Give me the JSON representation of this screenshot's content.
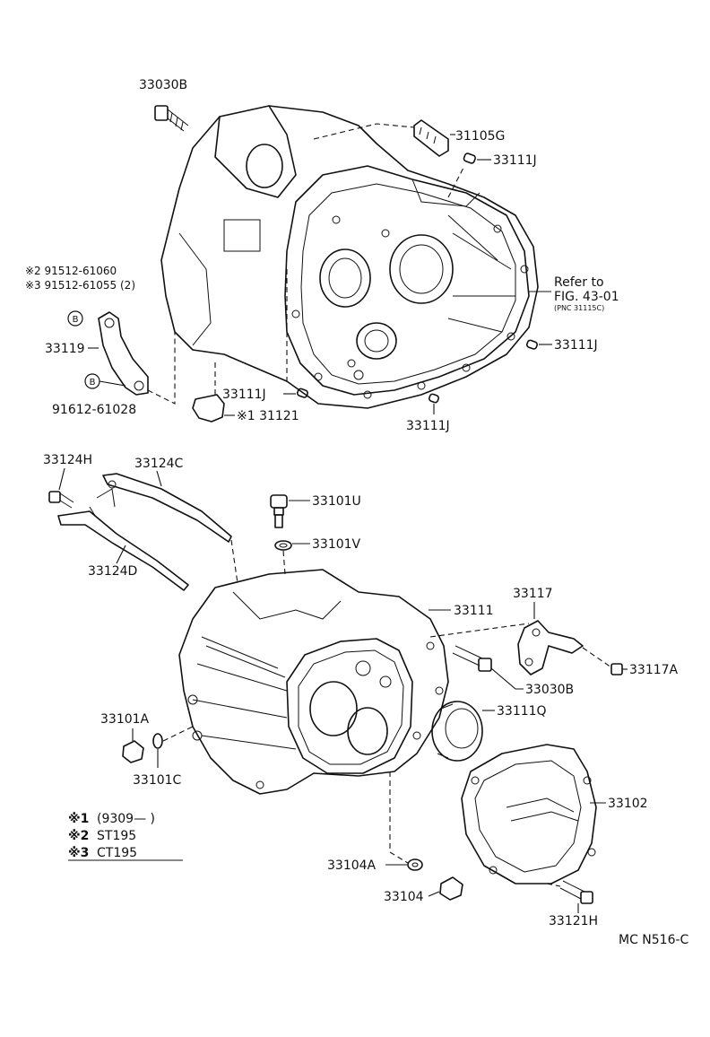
{
  "callouts": {
    "bolt_top": "33030B",
    "bolt_31105g": "31105G",
    "pin_right_top": "33111J",
    "refer_line1": "Refer to",
    "refer_line2": "FIG. 43-01",
    "refer_line3": "(PNC 31115C)",
    "pin_right_mid": "33111J",
    "pin_left": "33111J",
    "pin_bottom": "33111J",
    "bolt_b1_note": "※2 91512-61060",
    "bolt_b1_note2": "※3 91512-61055 (2)",
    "badge_b_top": "B",
    "bracket_33119": "33119",
    "badge_b_bottom": "B",
    "bolt_91612": "91612-61028",
    "cover_31121": "※1 31121",
    "bolt_33124h": "33124H",
    "rod_33124c": "33124C",
    "rod_33124d": "33124D",
    "plug_33101u": "33101U",
    "washer_33101v": "33101V",
    "case_33111": "33111",
    "bracket_33117": "33117",
    "bolt_33117a": "33117A",
    "bolt_33030b_lower": "33030B",
    "seal_33111q": "33111Q",
    "plug_33101a": "33101A",
    "washer_33101c": "33101C",
    "housing_33102": "33102",
    "washer_33104a": "33104A",
    "plug_33104": "33104",
    "bolt_33121h": "33121H",
    "diagram_code": "MC N516-C"
  },
  "legend": {
    "row1_mark": "※1",
    "row1_text": "(9309—        )",
    "row2_mark": "※2",
    "row2_text": "ST195",
    "row3_mark": "※3",
    "row3_text": "CT195"
  }
}
